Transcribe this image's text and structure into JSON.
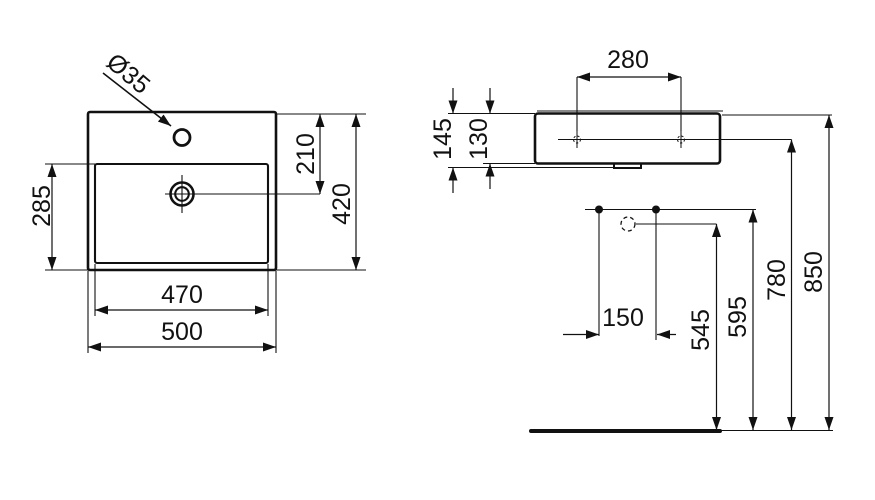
{
  "drawing": {
    "type": "washbasin-dimension-drawing",
    "ink_color": "#111111",
    "background_color": "#ffffff",
    "front_view": {
      "labels": {
        "faucet_hole_diameter": "Ø35",
        "drain_center_from_rim": "210",
        "overall_depth": "420",
        "bowl_front_depth": "285",
        "bowl_width": "470",
        "overall_width": "500"
      }
    },
    "side_view": {
      "labels": {
        "tap_hole_spacing": "280",
        "front_edge_height": "145",
        "body_height": "130",
        "fixing_hole_spacing": "150",
        "outlet_height": "545",
        "fixing_hole_height": "595",
        "tap_hole_height": "780",
        "rim_height": "850"
      }
    }
  }
}
